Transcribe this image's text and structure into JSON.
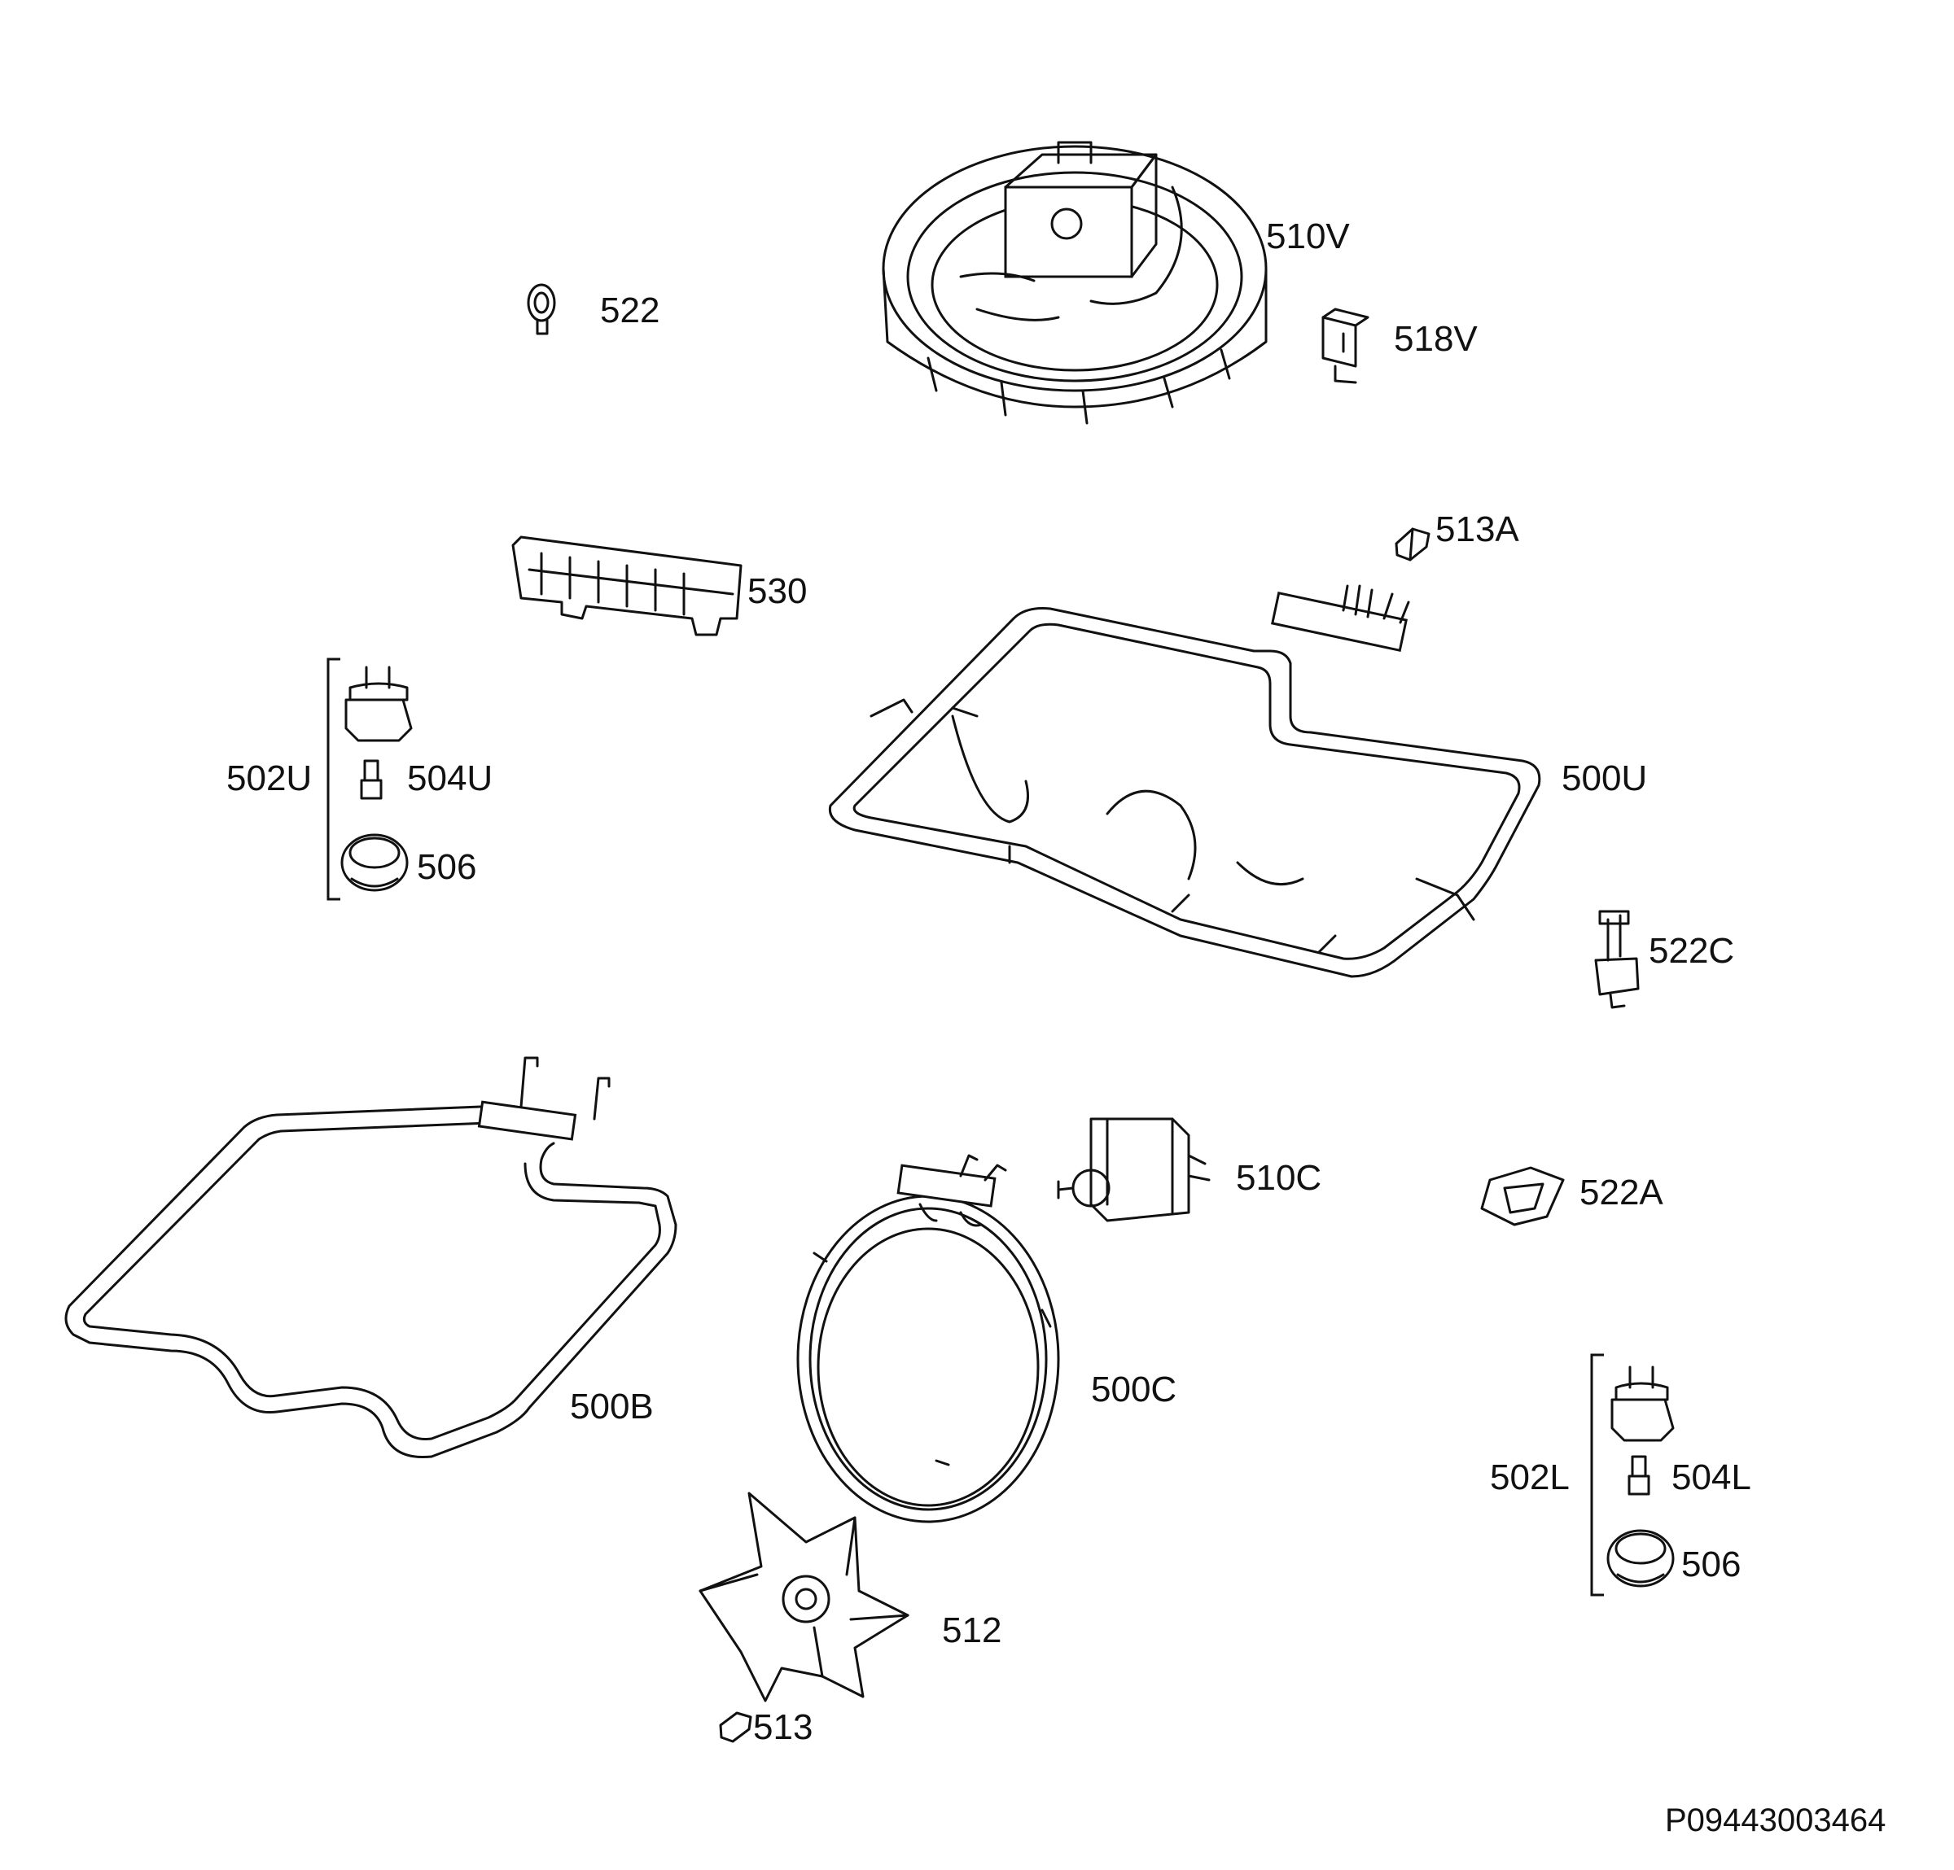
{
  "diagram": {
    "drawing_code": "P09443003464",
    "labels": {
      "l510V": "510V",
      "l522": "522",
      "l518V": "518V",
      "l513A": "513A",
      "l530": "530",
      "l502U": "502U",
      "l504U": "504U",
      "l506a": "506",
      "l500U": "500U",
      "l522C": "522C",
      "l510C": "510C",
      "l522A": "522A",
      "l500B": "500B",
      "l500C": "500C",
      "l502L": "502L",
      "l504L": "504L",
      "l506b": "506",
      "l512": "512",
      "l513": "513"
    }
  }
}
